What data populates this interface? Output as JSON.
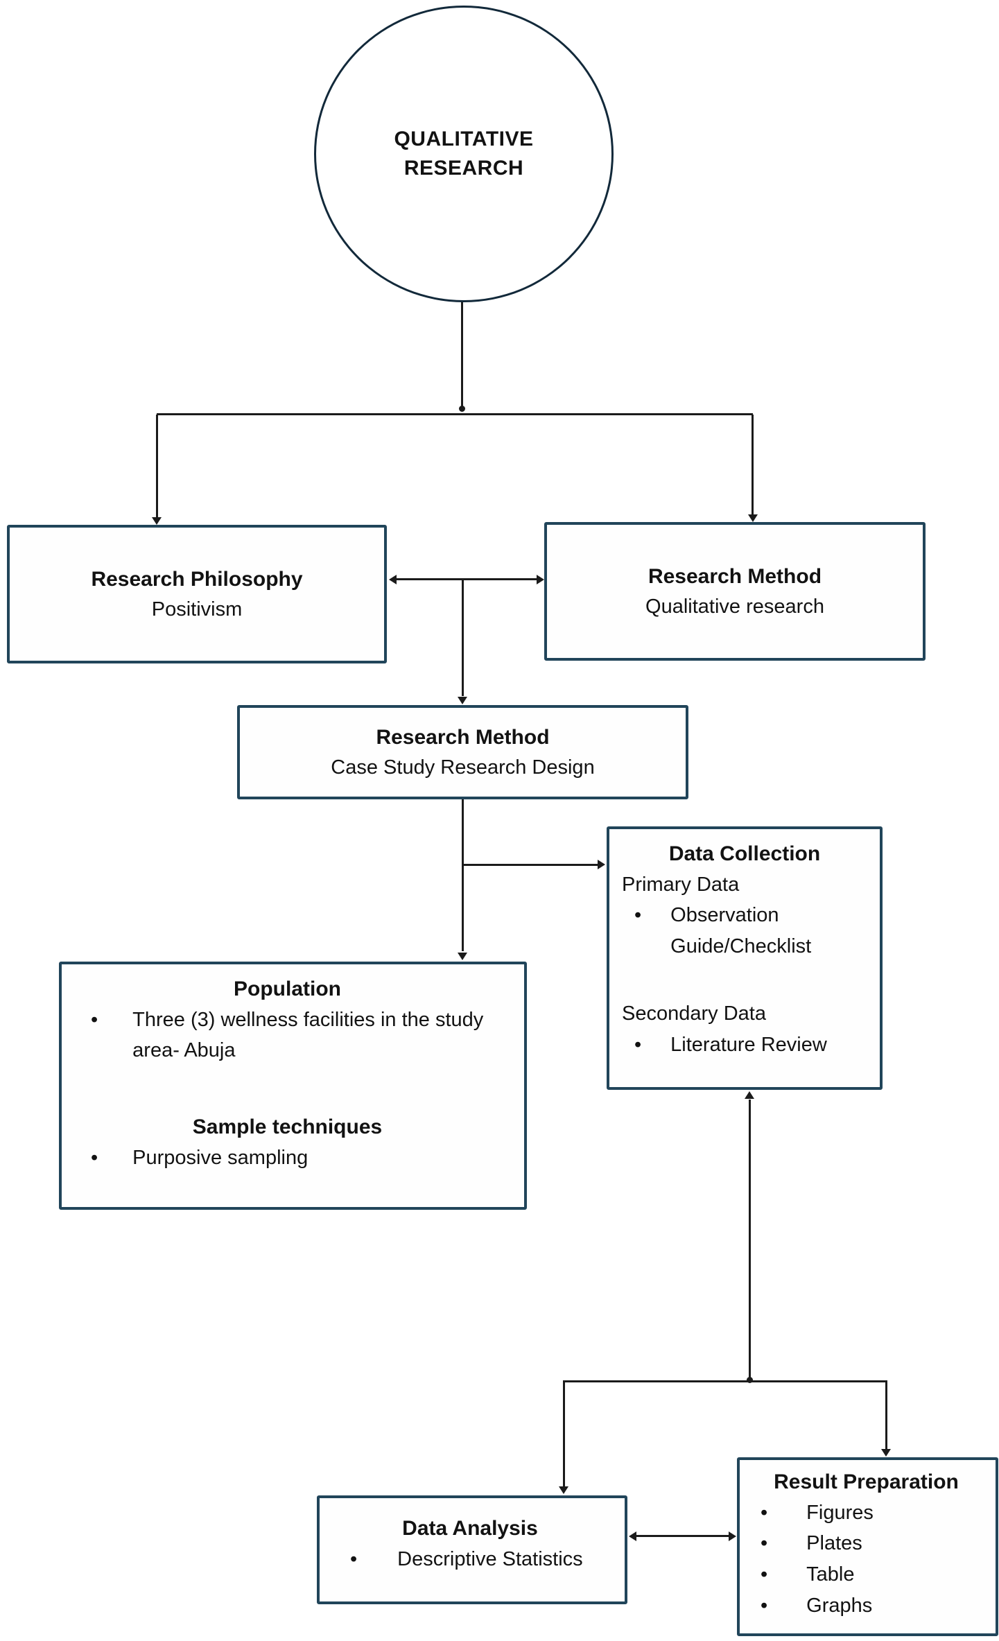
{
  "bullet_char": "•",
  "colors": {
    "box_border": "#21455a",
    "circle_border": "#12293a",
    "connector": "#1b1b1b",
    "text": "#121212",
    "background": "#ffffff"
  },
  "circle": {
    "line1": "QUALITATIVE",
    "line2": "RESEARCH"
  },
  "boxes": {
    "research_philosophy": {
      "title": "Research Philosophy",
      "subtitle": "Positivism"
    },
    "research_method_top": {
      "title": "Research Method",
      "subtitle": "Qualitative research"
    },
    "research_method_mid": {
      "title": "Research Method",
      "subtitle": "Case Study Research Design"
    },
    "data_collection": {
      "title": "Data Collection",
      "primary_label": "Primary Data",
      "primary_bullet": "Observation Guide/Checklist",
      "secondary_label": "Secondary Data",
      "secondary_bullet": "Literature Review"
    },
    "population": {
      "title": "Population",
      "bullet": "Three (3) wellness facilities in the study area- Abuja",
      "sample_title": "Sample techniques",
      "sample_bullet": "Purposive sampling"
    },
    "data_analysis": {
      "title": "Data Analysis",
      "bullet": "Descriptive Statistics"
    },
    "result_preparation": {
      "title": "Result Preparation",
      "bullets": [
        "Figures",
        "Plates",
        "Table",
        "Graphs"
      ]
    }
  }
}
